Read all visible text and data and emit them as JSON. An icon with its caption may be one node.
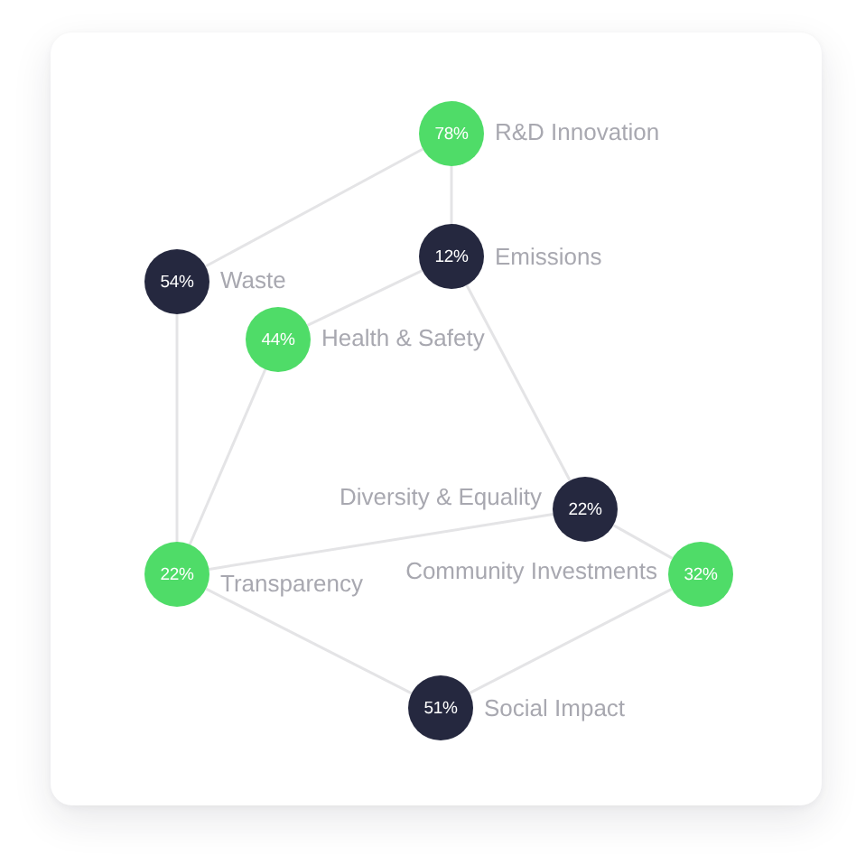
{
  "diagram": {
    "nodes": [
      {
        "text": [
          "78%"
        ],
        "beside": [
          "R&D Innovation"
        ]
      },
      {
        "text": [
          "12%"
        ],
        "beside": [
          "Emissions"
        ]
      },
      {
        "text": [
          "54%"
        ],
        "beside": [
          "Waste"
        ]
      },
      {
        "text": [
          "44%"
        ],
        "beside": [
          "Health & Safety"
        ]
      },
      {
        "text": [
          "22%"
        ],
        "beside": [
          "Diversity & Equality"
        ]
      },
      {
        "text": [
          "22%"
        ],
        "beside": [
          "Transparency"
        ]
      },
      {
        "text": [
          "32%"
        ],
        "beside": [
          "Community Investments"
        ]
      },
      {
        "text": [
          "51%"
        ],
        "beside": [
          "Social Impact"
        ]
      }
    ],
    "edges": [
      {
        "from": 0,
        "to": 2,
        "arrow": "none"
      },
      {
        "from": 0,
        "to": 1,
        "arrow": "none"
      },
      {
        "from": 1,
        "to": 3,
        "arrow": "none"
      },
      {
        "from": 1,
        "to": 4,
        "arrow": "none"
      },
      {
        "from": 2,
        "to": 5,
        "arrow": "none"
      },
      {
        "from": 3,
        "to": 5,
        "arrow": "none"
      },
      {
        "from": 5,
        "to": 4,
        "arrow": "none"
      },
      {
        "from": 4,
        "to": 6,
        "arrow": "none"
      },
      {
        "from": 5,
        "to": 7,
        "arrow": "none"
      },
      {
        "from": 6,
        "to": 7,
        "arrow": "none"
      }
    ]
  }
}
